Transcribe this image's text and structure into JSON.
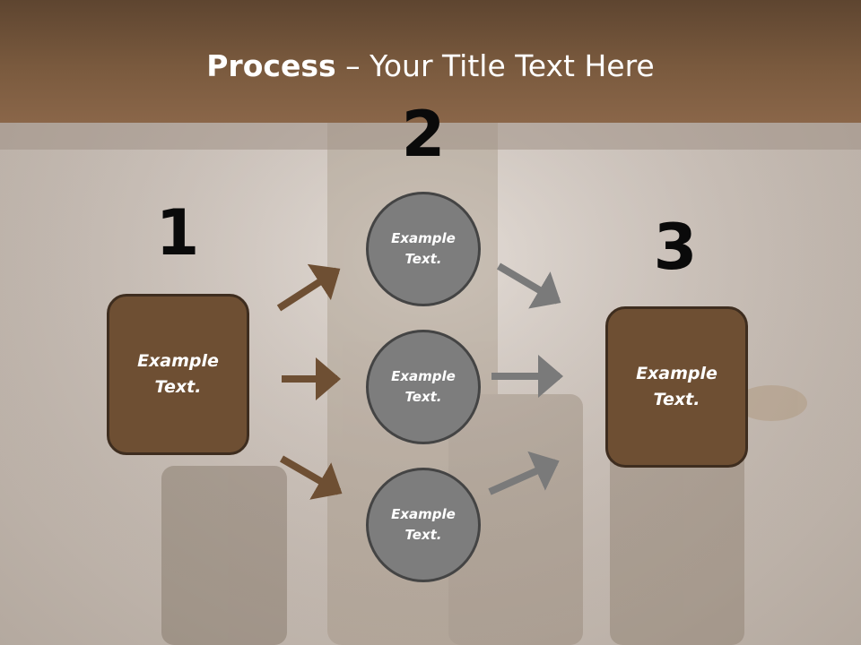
{
  "title": {
    "bold": "Process",
    "rest": " – Your Title Text Here"
  },
  "steps": [
    {
      "number": "1",
      "label": "Example\nText."
    },
    {
      "number": "2",
      "labels": [
        "Example\nText.",
        "Example\nText.",
        "Example\nText."
      ]
    },
    {
      "number": "3",
      "label": "Example\nText."
    }
  ],
  "colors": {
    "header": "#7a5a3e",
    "box": "#6e4f33",
    "circle": "#7d7d7d",
    "arrow_in": "#6e4f33",
    "arrow_out": "#7a7a7a"
  }
}
